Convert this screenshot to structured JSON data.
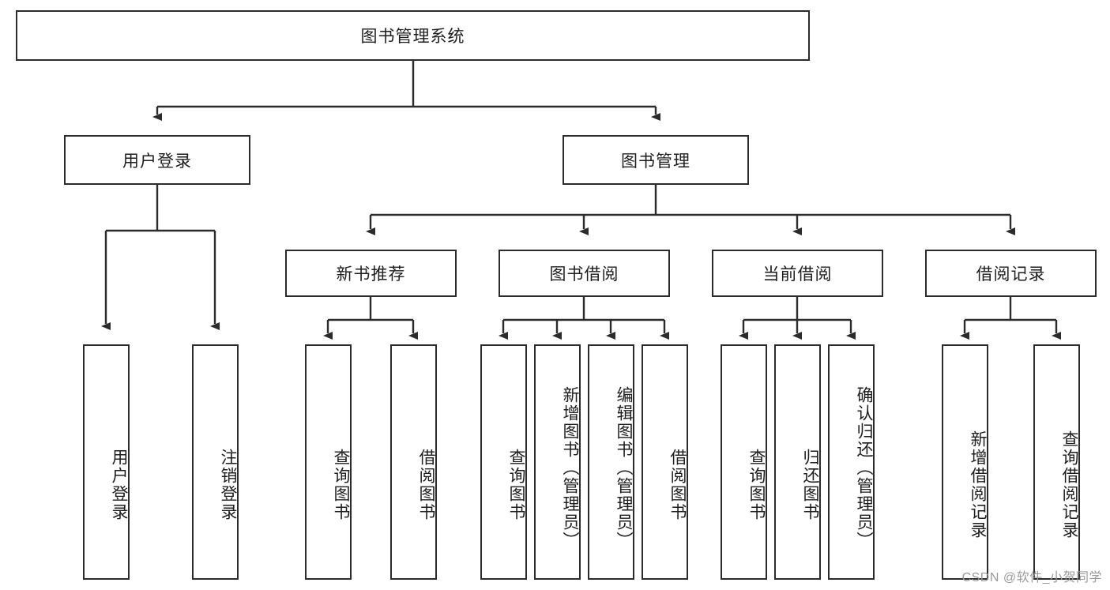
{
  "diagram": {
    "title_node": {
      "label": "图书管理系统"
    },
    "level2": [
      {
        "id": "user-login",
        "label": "用户登录"
      },
      {
        "id": "book-management",
        "label": "图书管理"
      }
    ],
    "level3": [
      {
        "id": "new-book-recommend",
        "label": "新书推荐"
      },
      {
        "id": "book-borrow",
        "label": "图书借阅"
      },
      {
        "id": "current-borrow",
        "label": "当前借阅"
      },
      {
        "id": "borrow-record",
        "label": "借阅记录"
      }
    ],
    "leaves": {
      "user_login": [
        {
          "id": "leaf-user-login",
          "label": "用户登录"
        },
        {
          "id": "leaf-logout",
          "label": "注销登录"
        }
      ],
      "new_book_recommend": [
        {
          "id": "leaf-query-book-1",
          "label": "查询图书"
        },
        {
          "id": "leaf-borrow-book-1",
          "label": "借阅图书"
        }
      ],
      "book_borrow": [
        {
          "id": "leaf-query-book-2",
          "label": "查询图书"
        },
        {
          "id": "leaf-add-book",
          "label": "新增图书（管理员）"
        },
        {
          "id": "leaf-edit-book",
          "label": "编辑图书（管理员）"
        },
        {
          "id": "leaf-borrow-book-2",
          "label": "借阅图书"
        }
      ],
      "current_borrow": [
        {
          "id": "leaf-query-book-3",
          "label": "查询图书"
        },
        {
          "id": "leaf-return-book",
          "label": "归还图书"
        },
        {
          "id": "leaf-confirm-return",
          "label": "确认归还（管理员）"
        }
      ],
      "borrow_record": [
        {
          "id": "leaf-add-record",
          "label": "新增借阅记录"
        },
        {
          "id": "leaf-query-record",
          "label": "查询借阅记录"
        }
      ]
    }
  },
  "watermark": {
    "text": "CSDN @软件_小贺同学"
  },
  "colors": {
    "stroke": "#2b2b2b",
    "fill": "#ffffff",
    "text": "#1d1d1d",
    "watermark": "#9a9a9a"
  }
}
